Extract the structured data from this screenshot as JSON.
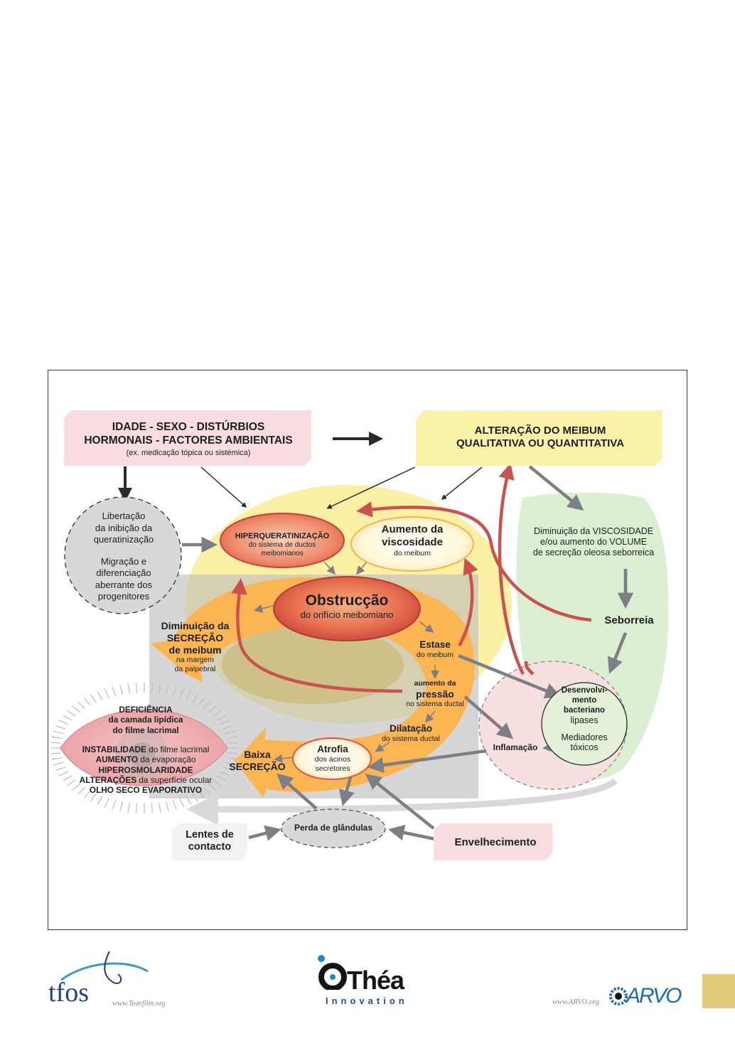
{
  "top_left_box": {
    "line1": "IDADE - SEXO - DISTÚRBIOS",
    "line2": "HORMONAIS - FACTORES AMBIENTAIS",
    "line3": "(ex. medicação tópica ou sistémica)"
  },
  "top_right_box": {
    "line1": "ALTERAÇÃO DO MEIBUM",
    "line2": "QUALITATIVA OU QUANTITATIVA"
  },
  "grey_circle": {
    "lines": [
      "Libertação",
      "da inibição da",
      "queratinização",
      "",
      "Migração e",
      "diferenciação",
      "aberrante dos",
      "progenitores"
    ]
  },
  "hiper": {
    "title": "HIPERQUERATINIZAÇÃO",
    "sub1": "do sistema de ductos",
    "sub2": "meibomianos"
  },
  "viscosity": {
    "line1": "Aumento da",
    "line2": "viscosidade",
    "sub": "do meibum"
  },
  "green_text": {
    "line1": "Diminuição da VISCOSIDADE",
    "line2": "e/ou aumento do VOLUME",
    "line3": "de secreção oleosa seborreica"
  },
  "obstruction": {
    "title": "Obstrucção",
    "sub": "do orifício meibomiano"
  },
  "seborreia": "Seborreia",
  "diminuicao": {
    "line1": "Diminuição da",
    "line2": "SECREÇÃO",
    "line3": "de meibum",
    "line4": "na margem",
    "line5": "da palpebral"
  },
  "estase": {
    "title": "Estase",
    "sub": "do meibum"
  },
  "pressao": {
    "line1": "aumento da",
    "line2": "pressão",
    "line3": "no sistema ductal"
  },
  "dilatacao": {
    "title": "Dilatação",
    "sub": "do sistema ductal"
  },
  "atrofia": {
    "title": "Atrofia",
    "sub1": "dos ácinos",
    "sub2": "secretores"
  },
  "baixa": {
    "line1": "Baixa",
    "line2": "SECREÇÃO"
  },
  "bacterial": {
    "line1": "Desenvolvi-",
    "line2": "mento",
    "line3": "bacteriano",
    "line4": "lipases",
    "line5": "Mediadores",
    "line6": "tóxicos"
  },
  "inflamacao": "Inflamação",
  "eye_text": {
    "d1": "DEFICIÊNCIA",
    "d2": "da camada lipídica",
    "d3": "do filme lacrimal",
    "i_bold": "INSTABILIDADE",
    "i_rest": " do filme lacrimal",
    "a_bold": "AUMENTO",
    "a_rest": " da evaporação",
    "h": "HIPEROSMOLARIDADE",
    "al_bold": "ALTERAÇÕES",
    "al_rest": " da superfície ocular",
    "o": "OLHO SECO EVAPORATIVO"
  },
  "lentes": {
    "line1": "Lentes de",
    "line2": "contacto"
  },
  "perda": "Perda de glândulas",
  "envelhecimento": "Envelhecimento",
  "footer": {
    "tfos_logo": "tfos",
    "tfos_url": "www.Tearfilm.org",
    "thea_logo": "Théa",
    "thea_sub": "Innovation",
    "arvo_url": "www.ARVO.org",
    "arvo_logo": "ARVO"
  },
  "colors": {
    "pink_box": "#f8dde0",
    "yellow_box": "#fbf3a8",
    "yellow_blob": "#fbf0a4",
    "green_blob": "#dcefd2",
    "orange": "#fbb552",
    "red_arrow": "#c9524e",
    "grey_arrow": "#7c7f85",
    "grey_rect": "#cfcfcf"
  }
}
